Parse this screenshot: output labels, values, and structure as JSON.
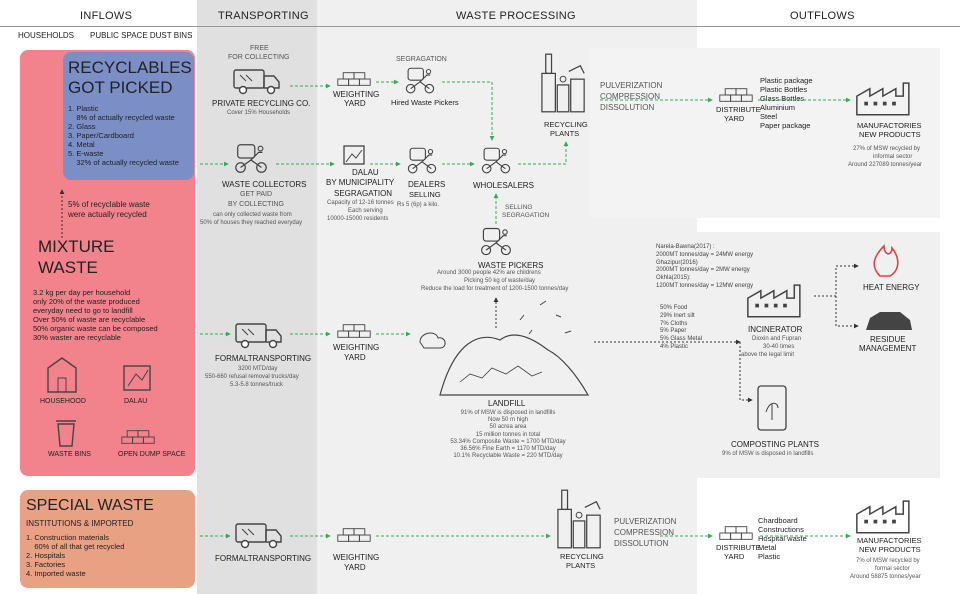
{
  "headers": {
    "inflows": "INFLOWS",
    "transporting": "TRANSPORTING",
    "waste_processing": "WASTE PROCESSING",
    "outflows": "OUTFLOWS"
  },
  "inflow_tabs": {
    "households": "HOUSEHOLDS",
    "public_bins": "PUBLIC SPACE DUST BINS"
  },
  "recyclables": {
    "title_l1": "RECYCLABLES",
    "title_l2": "GOT PICKED",
    "items": [
      "1. Plastic",
      "    8% of actually recycled waste",
      "2. Glass",
      "3. Paper/Cardboard",
      "4. Metal",
      "5. E-waste",
      "    32% of actually recycled waste"
    ]
  },
  "side_note": {
    "l1": "5% of recyclable waste",
    "l2": "were actually recycled"
  },
  "mixture": {
    "title_l1": "MIXTURE",
    "title_l2": "WASTE",
    "items": [
      "3.2 kg per day per household",
      "only 20% of the waste produced",
      "everyday need to go to landfill",
      "Over 50% of waste are recyclable",
      "50% organic waste can be composed",
      "30% waster are recyclable"
    ],
    "icons": {
      "household": "HOUSEHOOD",
      "dalau": "DALAU",
      "bins": "WASTE BINS",
      "dump": "OPEN DUMP SPACE"
    }
  },
  "special": {
    "title": "SPECIAL WASTE",
    "subtitle": "INSTITUTIONS & IMPORTED",
    "items": [
      "1. Construction materials",
      "    60% of all that get recycled",
      "2. Hospitals",
      "3. Factories",
      "4. Imported waste"
    ]
  },
  "row1": {
    "free_l1": "FREE",
    "free_l2": "FOR COLLECTING",
    "private": "PRIVATE RECYCLING CO.",
    "private_sub": "Cover 15% Households",
    "weighting_l1": "WEIGHTING",
    "weighting_l2": "YARD",
    "segragation": "SEGRAGATION",
    "hired": "Hired Waste Pickers",
    "recycling_l1": "RECYCLING",
    "recycling_l2": "PLANTS",
    "process": [
      "PULVERIZATION",
      "COMPRESSION",
      "DISSOLUTION"
    ],
    "distribute_l1": "DISTRIBUTE",
    "distribute_l2": "YARD",
    "outputs": [
      "Plastic package",
      "Plastic Bottles",
      "Glass Bottles",
      "Aluminium",
      "Steel",
      "Paper package"
    ],
    "manuf_l1": "MANUFACTORIES",
    "manuf_l2": "NEW PRODUCTS",
    "manuf_sub1": "27% of MSW recycled by",
    "manuf_sub2": "informal sector",
    "manuf_sub3": "Around 227089 tonnes/year"
  },
  "row2": {
    "collectors": "WASTE COLLECTORS",
    "get_paid_l1": "GET PAID",
    "get_paid_l2": "BY COLLECTING",
    "collectors_sub1": "can only collected waste from",
    "collectors_sub2": "50% of houses they reached everyday",
    "dalau_l1": "DALAU",
    "dalau_l2": "BY MUNICIPALITY",
    "dalau_l3": "SEGRAGATION",
    "dalau_sub1": "Capacity of 12-16 tonnes",
    "dalau_sub2": "Each serving",
    "dalau_sub3": "10000-15000 residents",
    "dealers": "DEALERS",
    "selling": "SELLING",
    "dealers_sub": "Rs 5 (6p) a kilo.",
    "wholesalers": "WHOLESALERS",
    "selling_seg_l1": "SELLING",
    "selling_seg_l2": "SEGRAGATION"
  },
  "pickers": {
    "title": "WASTE PICKERS",
    "sub1": "Around 3000 people   42% are childrens",
    "sub2": "Picking 50 kg of waste/day",
    "sub3": "Reduce the load for treatment of 1200-1500 tonnes/day"
  },
  "row3": {
    "formal": "FORMALTRANSPORTING",
    "formal_sub1": "3200 MTD/day",
    "formal_sub2": "550-660 refusal removal trucks/day",
    "formal_sub3": "5.3-5.8 tonnes/truck",
    "weighting_l1": "WEIGHTING",
    "weighting_l2": "YARD"
  },
  "landfill": {
    "title": "LANDFILL",
    "lines": [
      "91% of MSW is disposed in landfills",
      "Now 50 m high",
      "50 acrea area",
      "15 million tonnes in total",
      "53.34% Composite Waste = 1700 MTD/day",
      "36.56% Fine Earth = 1170 MTD/day",
      "10.1% Recyclable Waste = 220 MTD/day"
    ]
  },
  "energy": {
    "plants": [
      "Narela-Bawna(2017) :",
      "2000MT tonnes/day = 24MW energy",
      "Ghazipur(2016)",
      "2000MT tonnes/day = 2MW energy",
      "Okhla(2015):",
      "1200MT tonnes/day = 12MW energy"
    ],
    "composition": [
      "50% Food",
      "29% Inert silt",
      "7% Cloths",
      "5% Paper",
      "5% Glass Metal",
      "4% Plastic"
    ],
    "incinerator": "INCINERATOR",
    "inc_sub1": "Dioxin and Fupran",
    "inc_sub2": "30-40 times",
    "inc_sub3": "above the legal limit",
    "heat": "HEAT ENERGY",
    "residue_l1": "RESIDUE",
    "residue_l2": "MANAGEMENT",
    "composting": "COMPOSTING PLANTS",
    "composting_sub": "9% of MSW is disposed in landfills"
  },
  "row4": {
    "formal": "FORMALTRANSPORTING",
    "weighting_l1": "WEIGHTING",
    "weighting_l2": "YARD",
    "recycling_l1": "RECYCLING",
    "recycling_l2": "PLANTS",
    "process": [
      "PULVERIZATION",
      "COMPRESSION",
      "DISSOLUTION"
    ],
    "distribute_l1": "DISTRIBUTE",
    "distribute_l2": "YARD",
    "outputs": [
      "Chardboard",
      "Constructions",
      "Hospital waste",
      "Metal",
      "Plastic"
    ],
    "manuf_l1": "MANUFACTORIES",
    "manuf_l2": "NEW PRODUCTS",
    "manuf_sub1": "7% of MSW recycled by",
    "manuf_sub2": "formal sector",
    "manuf_sub3": "Around 58875 tonnes/year"
  },
  "colors": {
    "red": "#f2838c",
    "blue": "#7b8ec6",
    "salmon": "#e9a184",
    "grey": "#e2e2e2",
    "light": "#f2f2f2",
    "arrow": "#2fae55"
  }
}
